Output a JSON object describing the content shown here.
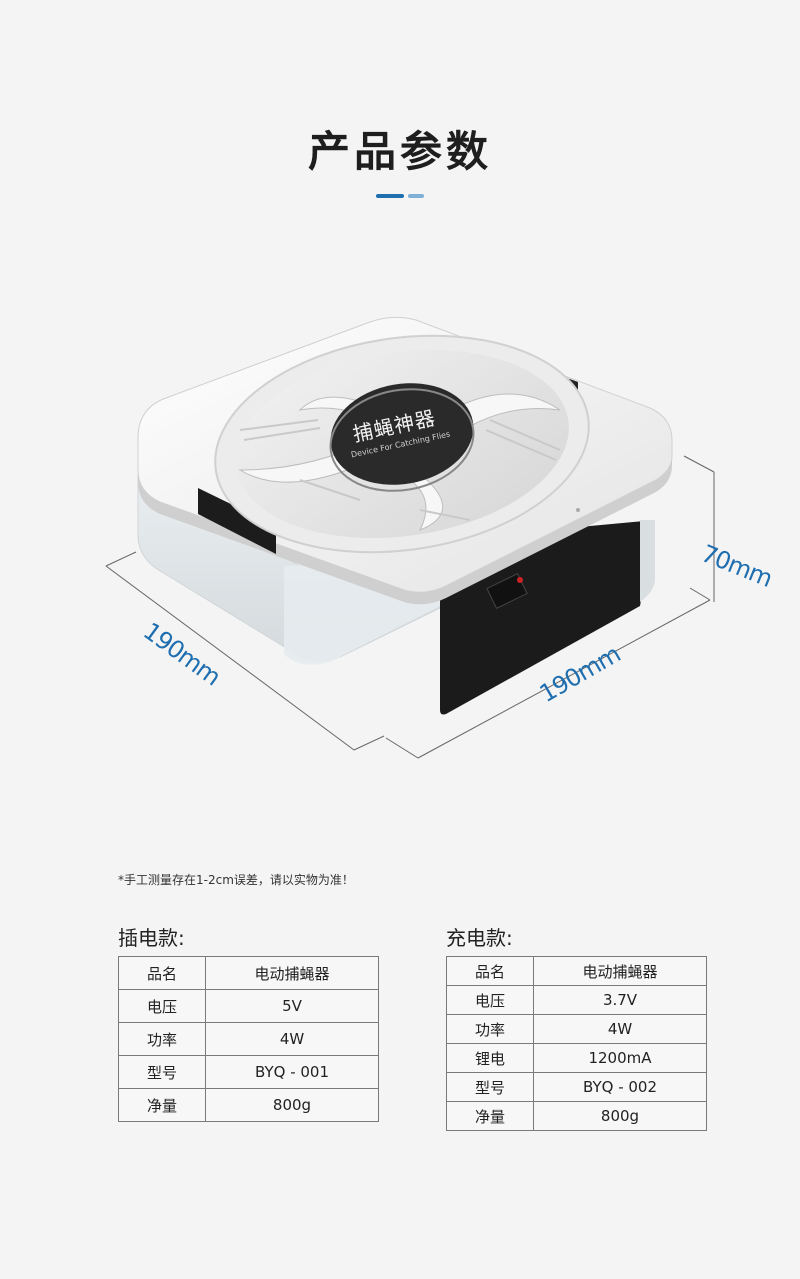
{
  "page": {
    "title": "产品参数",
    "accent_color": "#1f6eb0",
    "accent_light": "#7fb0d8"
  },
  "product_image": {
    "device_label_cn": "捕蝇神器",
    "device_label_en": "Device For Catching Flies",
    "dimensions": {
      "width": "190mm",
      "depth": "190mm",
      "height": "70mm"
    }
  },
  "note": "*手工测量存在1-2cm误差，请以实物为准！",
  "specs": {
    "plug": {
      "heading": "插电款:",
      "rows": [
        {
          "key": "品名",
          "value": "电动捕蝇器"
        },
        {
          "key": "电压",
          "value": "5V"
        },
        {
          "key": "功率",
          "value": "4W"
        },
        {
          "key": "型号",
          "value": "BYQ - 001"
        },
        {
          "key": "净量",
          "value": "800g"
        }
      ]
    },
    "charge": {
      "heading": "充电款:",
      "rows": [
        {
          "key": "品名",
          "value": "电动捕蝇器"
        },
        {
          "key": "电压",
          "value": "3.7V"
        },
        {
          "key": "功率",
          "value": "4W"
        },
        {
          "key": "锂电",
          "value": "1200mA"
        },
        {
          "key": "型号",
          "value": "BYQ - 002"
        },
        {
          "key": "净量",
          "value": "800g"
        }
      ]
    }
  }
}
